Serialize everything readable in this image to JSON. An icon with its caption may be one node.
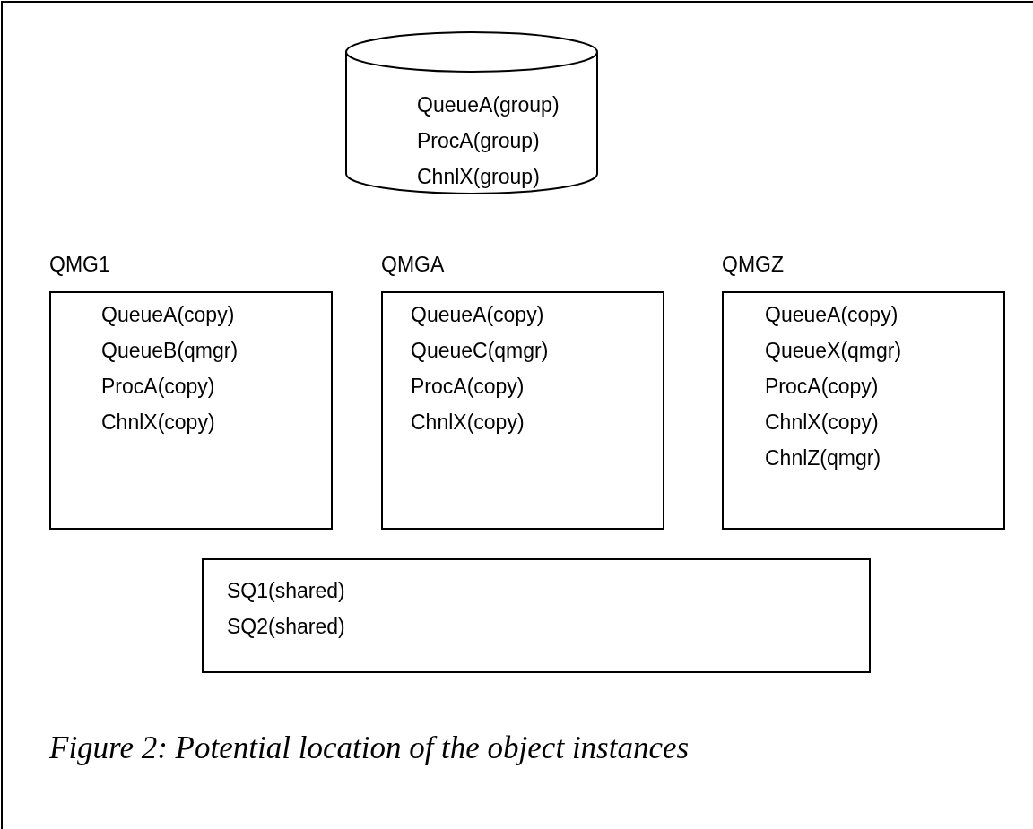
{
  "diagram": {
    "caption": "Figure 2: Potential location of the object instances",
    "nodes": [
      {
        "text": [
          "QueueA(group)",
          "ProcA(group)",
          "ChnlX(group)"
        ]
      },
      {
        "text": [
          "QMG1",
          "QueueA(copy)",
          "QueueB(qmgr)",
          "ProcA(copy)",
          "ChnlX(copy)"
        ]
      },
      {
        "text": [
          "QMGA",
          "QueueA(copy)",
          "QueueC(qmgr)",
          "ProcA(copy)",
          "ChnlX(copy)"
        ]
      },
      {
        "text": [
          "QMGZ",
          "QueueA(copy)",
          "QueueX(qmgr)",
          "ProcA(copy)",
          "ChnlX(copy)",
          "ChnlZ(qmgr)"
        ]
      },
      {
        "text": [
          "SQ1(shared)",
          "SQ2(shared)"
        ]
      }
    ]
  }
}
